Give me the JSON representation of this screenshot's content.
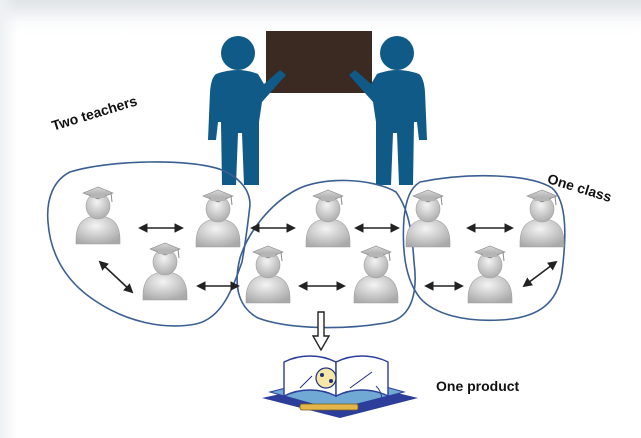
{
  "labels": {
    "teachers": "Two teachers",
    "class": "One class",
    "product": "One product"
  },
  "colors": {
    "teacher": "#0f5a86",
    "board": "#3b2a22",
    "outline": "#3b5f92",
    "student": "#bdbdbd",
    "arrow": "#222222",
    "book_blue": "#2c3e9a",
    "book_cover": "#6fa9d4"
  },
  "icons": {
    "teacher": "teacher-figure-icon",
    "student": "student-graduate-icon",
    "arrow": "double-arrow-icon",
    "product": "book-product-icon"
  }
}
